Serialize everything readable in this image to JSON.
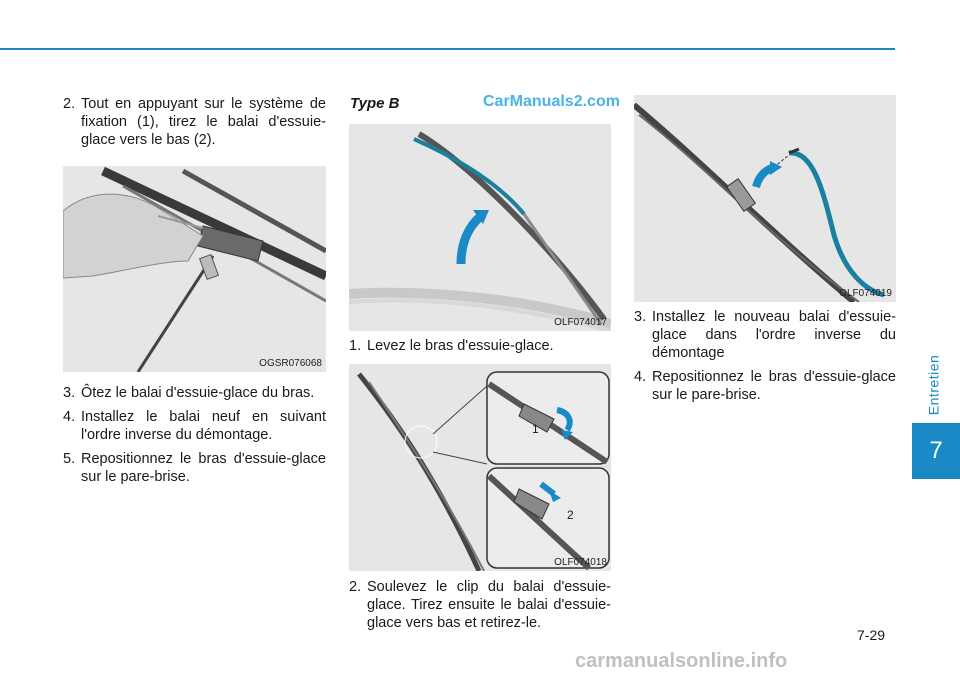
{
  "left_column": {
    "intro_step": {
      "num": "2.",
      "text": "Tout en appuyant sur le système de fixation (1), tirez le balai d'essuie-glace vers le bas (2)."
    },
    "figure_code": "OGSR076068",
    "steps": [
      {
        "num": "3.",
        "text": "Ôtez le balai d'essuie-glace du bras."
      },
      {
        "num": "4.",
        "text": "Installez le balai neuf en suivant l'ordre inverse du démontage."
      },
      {
        "num": "5.",
        "text": "Repositionnez le bras d'essuie-glace sur le pare-brise."
      }
    ]
  },
  "middle_column": {
    "heading": "Type B",
    "figure1_code": "OLF074017",
    "step1": {
      "num": "1.",
      "text": "Levez le bras d'essuie-glace."
    },
    "figure2_code": "OLF074018",
    "callout_1": "1",
    "callout_2": "2",
    "step2": {
      "num": "2.",
      "text": "Soulevez le clip du balai d'essuie-glace. Tirez ensuite le balai d'essuie-glace vers bas et retirez-le."
    }
  },
  "right_column": {
    "figure_code": "OLF074019",
    "steps": [
      {
        "num": "3.",
        "text": "Installez le nouveau balai d'essuie-glace dans l'ordre inverse du démontage"
      },
      {
        "num": "4.",
        "text": "Repositionnez le bras d'essuie-glace sur le pare-brise."
      }
    ]
  },
  "watermark": "CarManuals2.com",
  "bottom_watermark": "carmanualsonline.info",
  "side_tab": {
    "label": "Entretien",
    "chapter": "7"
  },
  "page_number": "7-29",
  "colors": {
    "accent": "#1a8ac6",
    "watermark": "#49b4e6"
  }
}
